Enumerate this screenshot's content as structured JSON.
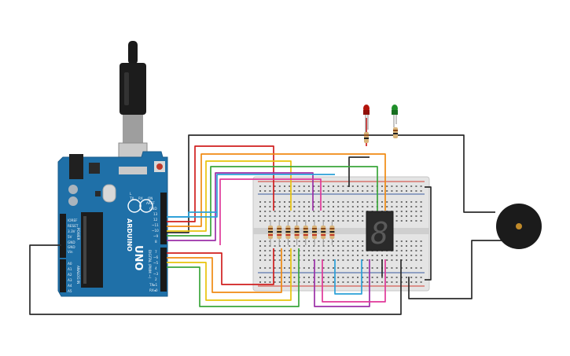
{
  "diagram": {
    "arduino": {
      "brand": "ARDUINO",
      "model": "UNO",
      "pin_labels_top": [
        "AREF",
        "GND",
        "13",
        "12",
        "~11",
        "~10",
        "~9",
        "8"
      ],
      "pin_labels_bottom": [
        "7",
        "~6",
        "~5",
        "4",
        "~3",
        "2",
        "TX▸1",
        "RX◂0"
      ],
      "digital_label": "DIGITAL (PWM ~)",
      "power_labels": [
        "IOREF",
        "RESET",
        "3.3V",
        "5V",
        "GND",
        "GND",
        "Vin"
      ],
      "analog_labels": [
        "A0",
        "A1",
        "A2",
        "A3",
        "A4",
        "A5"
      ],
      "analog_title": "ANALOG IN",
      "power_title": "POWER",
      "tx_label": "TX",
      "rx_label": "RX",
      "l_label": "L",
      "on_label": "ON"
    },
    "display": {
      "digit": "8"
    },
    "leds": [
      {
        "name": "red-led",
        "color": "#b3140c"
      },
      {
        "name": "green-led",
        "color": "#1f8f2a"
      }
    ],
    "colors": {
      "board": "#1f70a8",
      "breadboard": "#e4e4e4",
      "rail_red": "#d23c2f",
      "rail_blue": "#3a5ba0",
      "wire_black": "#2b2b2b",
      "wire_red": "#d01f1f",
      "wire_orange": "#f08a12",
      "wire_yellow": "#e8c40c",
      "wire_green": "#3aa63a",
      "wire_blue": "#2aa0d8",
      "wire_purple": "#9b2fa8",
      "wire_pink": "#e0389a",
      "buzzer": "#1b1b1b"
    }
  }
}
